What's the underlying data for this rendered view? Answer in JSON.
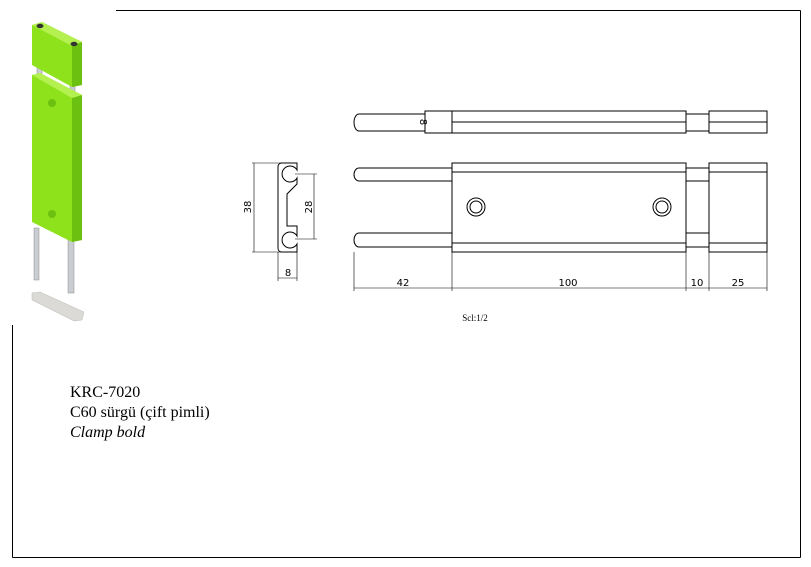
{
  "drawing": {
    "part_number": "KRC-7020",
    "description_tr": "C60 sürgü (çift pimli)",
    "description_en": "Clamp bold",
    "scale_label": "Scl:1/2",
    "colors": {
      "part_green": "#8ee21c",
      "line": "#000000"
    },
    "dimensions": {
      "rod_diameter": "8",
      "height": "38",
      "pin_spacing": "28",
      "thickness": "8",
      "rod_length": "42",
      "body_length": "100",
      "gap": "10",
      "cap_length": "25"
    }
  }
}
